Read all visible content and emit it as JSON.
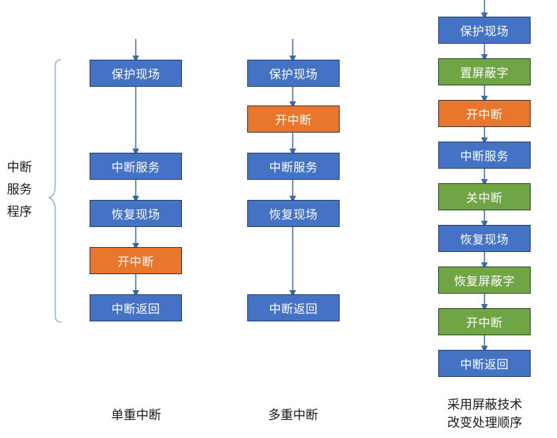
{
  "diagram": {
    "title_text": "",
    "colors": {
      "blue": "#4472C4",
      "orange": "#E8762C",
      "green": "#6FA544",
      "arrow": "#3A6BA5",
      "brace": "#9DB7DC",
      "text": "#1a1a1a"
    },
    "group_label": {
      "name": "interrupt-service-routine-label",
      "text": "中断\n服务\n程序"
    },
    "columns": [
      {
        "id": "single-interrupt",
        "caption": "单重中断",
        "nodes": [
          {
            "label": "保护现场",
            "color": "blue"
          },
          {
            "label": "中断服务",
            "color": "blue"
          },
          {
            "label": "恢复现场",
            "color": "blue"
          },
          {
            "label": "开中断",
            "color": "orange"
          },
          {
            "label": "中断返回",
            "color": "blue"
          }
        ]
      },
      {
        "id": "multiple-interrupt",
        "caption": "多重中断",
        "nodes": [
          {
            "label": "保护现场",
            "color": "blue"
          },
          {
            "label": "开中断",
            "color": "orange"
          },
          {
            "label": "中断服务",
            "color": "blue"
          },
          {
            "label": "恢复现场",
            "color": "blue"
          },
          {
            "label": "中断返回",
            "color": "blue"
          }
        ]
      },
      {
        "id": "masking-technique",
        "caption": "采用屏蔽技术\n改变处理顺序",
        "nodes": [
          {
            "label": "保护现场",
            "color": "blue"
          },
          {
            "label": "置屏蔽字",
            "color": "green"
          },
          {
            "label": "开中断",
            "color": "orange"
          },
          {
            "label": "中断服务",
            "color": "blue"
          },
          {
            "label": "关中断",
            "color": "green"
          },
          {
            "label": "恢复现场",
            "color": "blue"
          },
          {
            "label": "恢复屏蔽字",
            "color": "green"
          },
          {
            "label": "开中断",
            "color": "green"
          },
          {
            "label": "中断返回",
            "color": "blue"
          }
        ]
      }
    ]
  }
}
